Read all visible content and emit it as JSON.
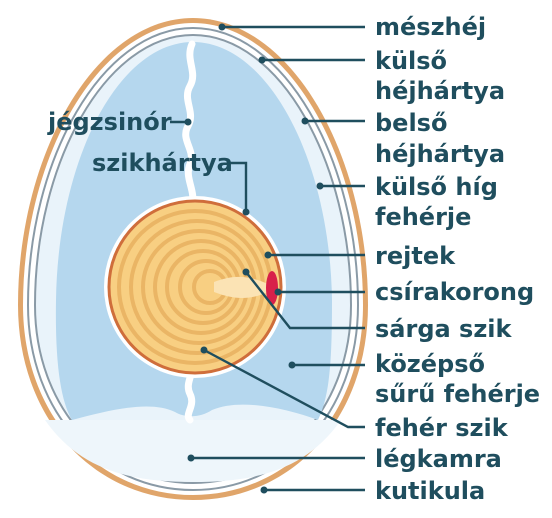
{
  "labels": {
    "meszhej": "mészhéj",
    "kulso_hejhartya_1": "külső",
    "kulso_hejhartya_2": "héjhártya",
    "belso_hejhartya_1": "belső",
    "belso_hejhartya_2": "héjhártya",
    "kulso_hig_feherje_1": "külső híg",
    "kulso_hig_feherje_2": "fehérje",
    "rejtek": "rejtek",
    "csirakorong": "csírakorong",
    "sarga_szik": "sárga szik",
    "kozepso_suru_feherje_1": "középső",
    "kozepso_suru_feherje_2": "sűrű fehérje",
    "feher_szik": "fehér szik",
    "legkamra": "légkamra",
    "kutikula": "kutikula",
    "jegzsinor": "jégzsinór",
    "szikhartya": "szikhártya"
  },
  "colors": {
    "shell": "#e0a56a",
    "membrane": "#8a9aa6",
    "outer_white": "#e9f3fa",
    "inner_white": "#b5d7ee",
    "air_cell": "#eef6fb",
    "yolk": "#f8cf82",
    "yolk_ring": "#eab565",
    "yolk_border": "#cf6e3b",
    "germinal_disc": "#d8204a",
    "label_text": "#1f4e5e"
  }
}
